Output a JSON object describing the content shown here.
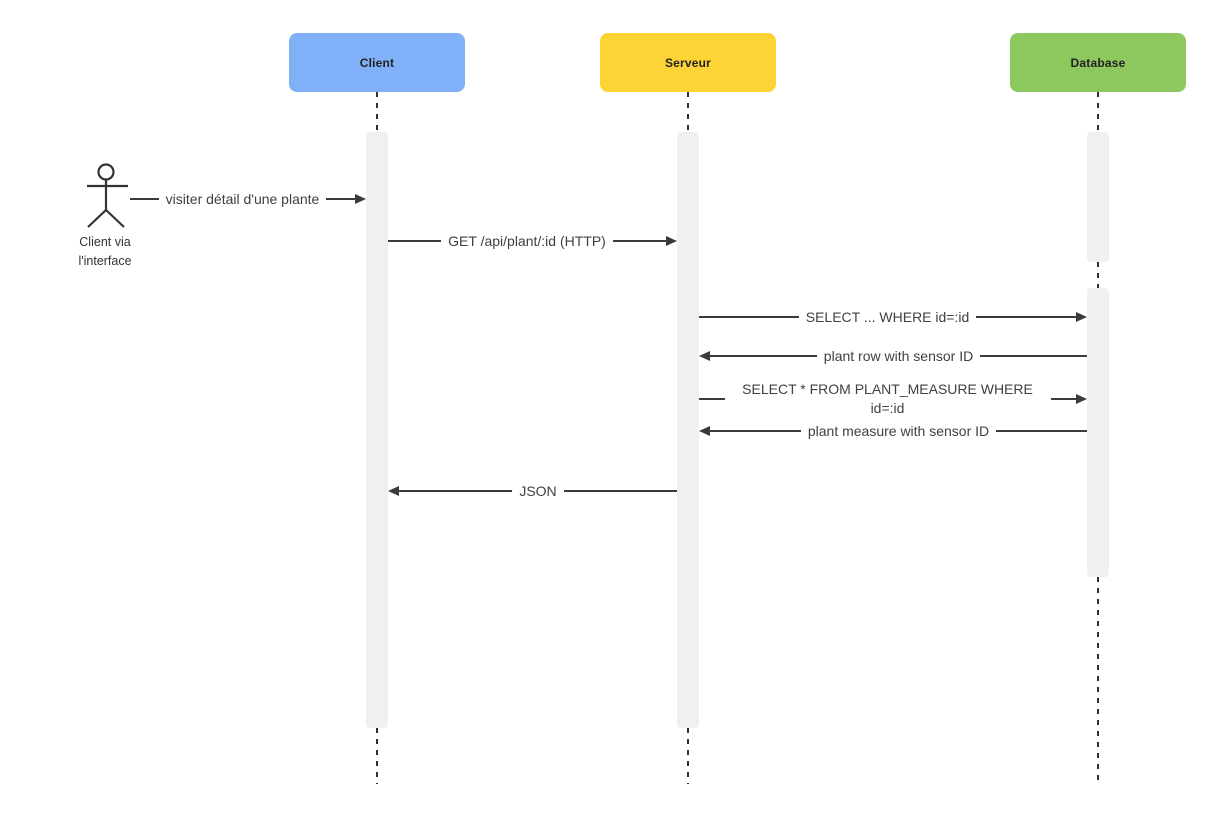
{
  "diagram": {
    "type": "sequence",
    "participants": [
      {
        "label": "Client",
        "color": "#7fb0f8"
      },
      {
        "label": "Serveur",
        "color": "#fcd435"
      },
      {
        "label": "Database",
        "color": "#8dc85e"
      }
    ],
    "actor": {
      "lines": [
        "Client via",
        "l'interface"
      ]
    },
    "messages": [
      {
        "from": "Client via l'interface",
        "to": "Client",
        "direction": "right",
        "label": "visiter détail d'une plante"
      },
      {
        "from": "Client",
        "to": "Serveur",
        "direction": "right",
        "label": "GET /api/plant/:id (HTTP)"
      },
      {
        "from": "Serveur",
        "to": "Database",
        "direction": "right",
        "label": "SELECT ... WHERE id=:id"
      },
      {
        "from": "Database",
        "to": "Serveur",
        "direction": "left",
        "label": "plant row with sensor ID"
      },
      {
        "from": "Serveur",
        "to": "Database",
        "direction": "right",
        "label": "SELECT * FROM PLANT_MEASURE WHERE id=:id"
      },
      {
        "from": "Database",
        "to": "Serveur",
        "direction": "left",
        "label": "plant measure with sensor ID"
      },
      {
        "from": "Serveur",
        "to": "Client",
        "direction": "left",
        "label": "JSON"
      }
    ],
    "colors": {
      "line": "#3b3b3b",
      "activation": "#f0f0f2",
      "text": "#404040"
    }
  }
}
